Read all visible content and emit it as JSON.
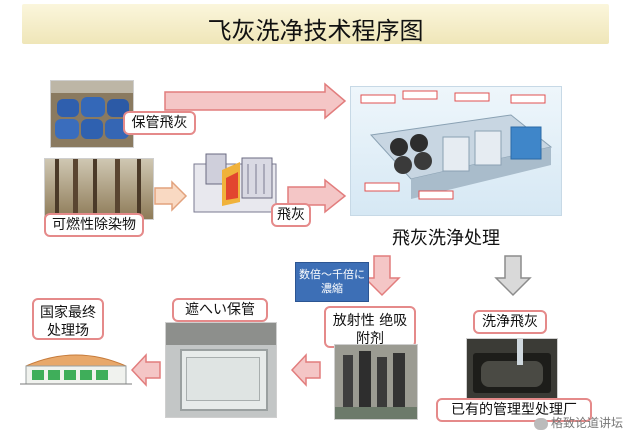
{
  "title": "飞灰洗净技术程序图",
  "labels": {
    "storage": "保管飛灰",
    "combustible": "可燃性除染物",
    "fly_ash": "飛灰",
    "washing_process": "飛灰洗浄处理",
    "concentrate": "数倍～千倍に濃縮",
    "adsorbent": "放射性 绝吸附剂",
    "washed_ash": "洗浄飛灰",
    "shielded_storage": "遮へい保管",
    "national_final": "国家最终处理场",
    "managed_landfill": "已有的管理型处理厂"
  },
  "watermark": "格致论道讲坛",
  "colors": {
    "arrow_pink": "#f4c6c6",
    "arrow_border": "#e27d7d",
    "arrow_gray": "#d9d9d9",
    "arrow_gray_border": "#8c8c8c",
    "label_border": "#e58a8a",
    "concentrate_bg": "#3d6fb6",
    "title_bg": "#f4edc8"
  }
}
